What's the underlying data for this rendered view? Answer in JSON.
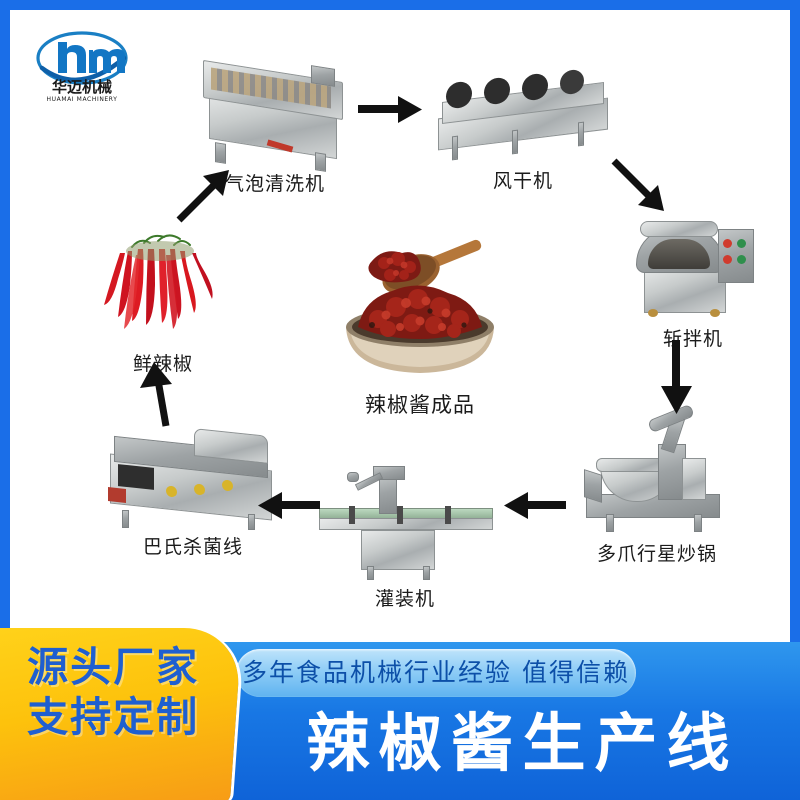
{
  "frame": {
    "border_color": "#1a6ee8",
    "canvas_color": "#ffffff"
  },
  "logo": {
    "name": "huamai-machinery-logo",
    "mark_text": "hm",
    "chinese_name": "华迈机械",
    "english_name": "HUAMAI MACHINERY",
    "color": "#1276c4"
  },
  "flow": {
    "nodes": [
      {
        "id": "bubble-washer",
        "label": "气泡清洗机",
        "art": "bubble-washing-machine"
      },
      {
        "id": "air-dryer",
        "label": "风干机",
        "art": "air-drying-machine"
      },
      {
        "id": "bowl-chopper",
        "label": "斩拌机",
        "art": "bowl-chopper-machine"
      },
      {
        "id": "planetary-wok",
        "label": "多爪行星炒锅",
        "art": "planetary-cooking-wok"
      },
      {
        "id": "filling-machine",
        "label": "灌装机",
        "art": "bottle-filling-machine"
      },
      {
        "id": "pasteurizer",
        "label": "巴氏杀菌线",
        "art": "pasteurization-line"
      },
      {
        "id": "fresh-chili",
        "label": "鲜辣椒",
        "art": "fresh-red-chili-peppers"
      }
    ],
    "center": {
      "id": "finished-product",
      "label": "辣椒酱成品",
      "art": "chili-sauce-bowl-with-spoon"
    },
    "arrows": [
      {
        "id": "arrow-chili-to-washer",
        "direction": "up-right"
      },
      {
        "id": "arrow-washer-to-dryer",
        "direction": "right"
      },
      {
        "id": "arrow-dryer-to-chopper",
        "direction": "down-right"
      },
      {
        "id": "arrow-chopper-to-wok",
        "direction": "down"
      },
      {
        "id": "arrow-wok-to-filler",
        "direction": "left"
      },
      {
        "id": "arrow-filler-to-pasteurizer",
        "direction": "left"
      },
      {
        "id": "arrow-pasteurizer-to-chili",
        "direction": "up"
      }
    ]
  },
  "banner": {
    "yellow_line_1": "源头厂家",
    "yellow_line_2": "支持定制",
    "pill_text": "多年食品机械行业经验 值得信赖",
    "headline": "辣椒酱生产线",
    "yellow_color": "#ffc80f",
    "blue_color": "#1877e4",
    "yellow_text_color": "#1f5fd0"
  }
}
